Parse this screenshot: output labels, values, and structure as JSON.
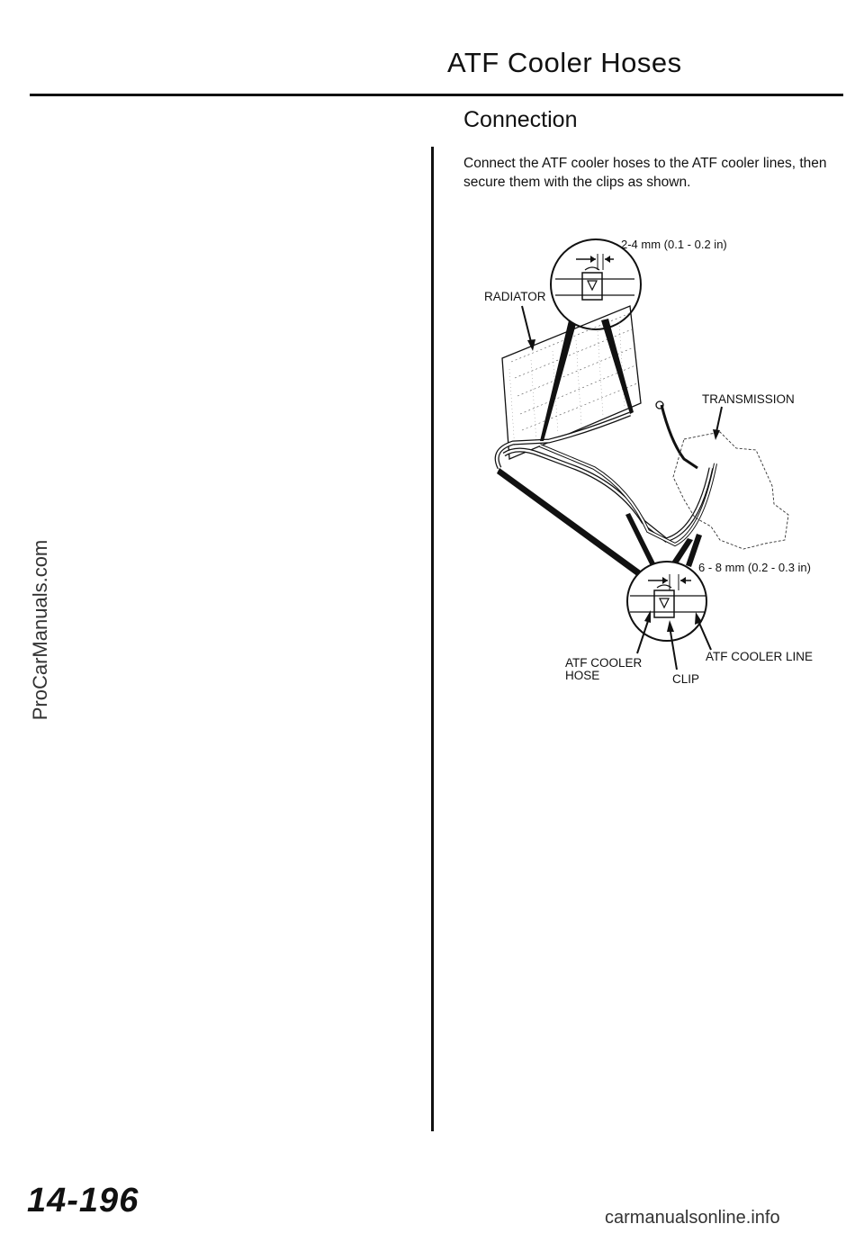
{
  "header": {
    "title": "ATF Cooler Hoses"
  },
  "section": {
    "title": "Connection",
    "instructions": "Connect the ATF cooler hoses to the ATF cooler lines, then secure them with the clips as shown."
  },
  "diagram": {
    "labels": {
      "top_gap": "2-4 mm (0.1 - 0.2 in)",
      "radiator": "RADIATOR",
      "transmission": "TRANSMISSION",
      "bottom_gap": "6 - 8 mm (0.2 - 0.3 in)",
      "atf_cooler_hose_line1": "ATF COOLER",
      "atf_cooler_hose_line2": "HOSE",
      "clip": "CLIP",
      "atf_cooler_line": "ATF COOLER LINE"
    }
  },
  "sidebar": {
    "watermark": "ProCarManuals.com"
  },
  "footer": {
    "page_number": "14-196",
    "site": "carmanualsonline.info"
  }
}
